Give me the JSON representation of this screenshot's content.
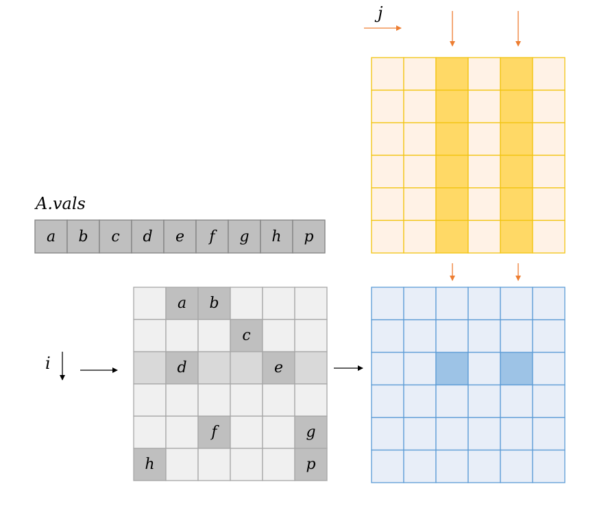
{
  "labels": {
    "avals": "A.vals",
    "i": "i",
    "j": "j"
  },
  "vals": [
    "a",
    "b",
    "c",
    "d",
    "e",
    "f",
    "g",
    "h",
    "p"
  ],
  "sparse": {
    "rows": 6,
    "cols": 6,
    "entries": [
      {
        "row": 0,
        "col": 1,
        "label": "a"
      },
      {
        "row": 0,
        "col": 2,
        "label": "b"
      },
      {
        "row": 1,
        "col": 3,
        "label": "c"
      },
      {
        "row": 2,
        "col": 1,
        "label": "d"
      },
      {
        "row": 2,
        "col": 4,
        "label": "e"
      },
      {
        "row": 4,
        "col": 2,
        "label": "f"
      },
      {
        "row": 4,
        "col": 5,
        "label": "g"
      },
      {
        "row": 5,
        "col": 0,
        "label": "h"
      },
      {
        "row": 5,
        "col": 5,
        "label": "p"
      }
    ],
    "highlight_row": 2
  },
  "dense": {
    "rows": 6,
    "cols": 6,
    "highlight_cols": [
      2,
      4
    ]
  },
  "output": {
    "rows": 6,
    "cols": 6,
    "highlight_cells": [
      {
        "row": 2,
        "col": 2
      },
      {
        "row": 2,
        "col": 4
      }
    ]
  },
  "colors": {
    "vals_fill": "#bfbfbf",
    "vals_border": "#7f7f7f",
    "sparse_bg": "#f0f0f0",
    "sparse_row": "#d9d9d9",
    "sparse_nz": "#bfbfbf",
    "sparse_border": "#a6a6a6",
    "dense_bg": "#fff2e6",
    "dense_col": "#ffd966",
    "dense_border": "#f2c40f",
    "out_bg": "#e8eef8",
    "out_hl": "#9dc3e6",
    "out_border": "#5b9bd5",
    "arrow_orange": "#ed7d31",
    "arrow_black": "#000000"
  }
}
